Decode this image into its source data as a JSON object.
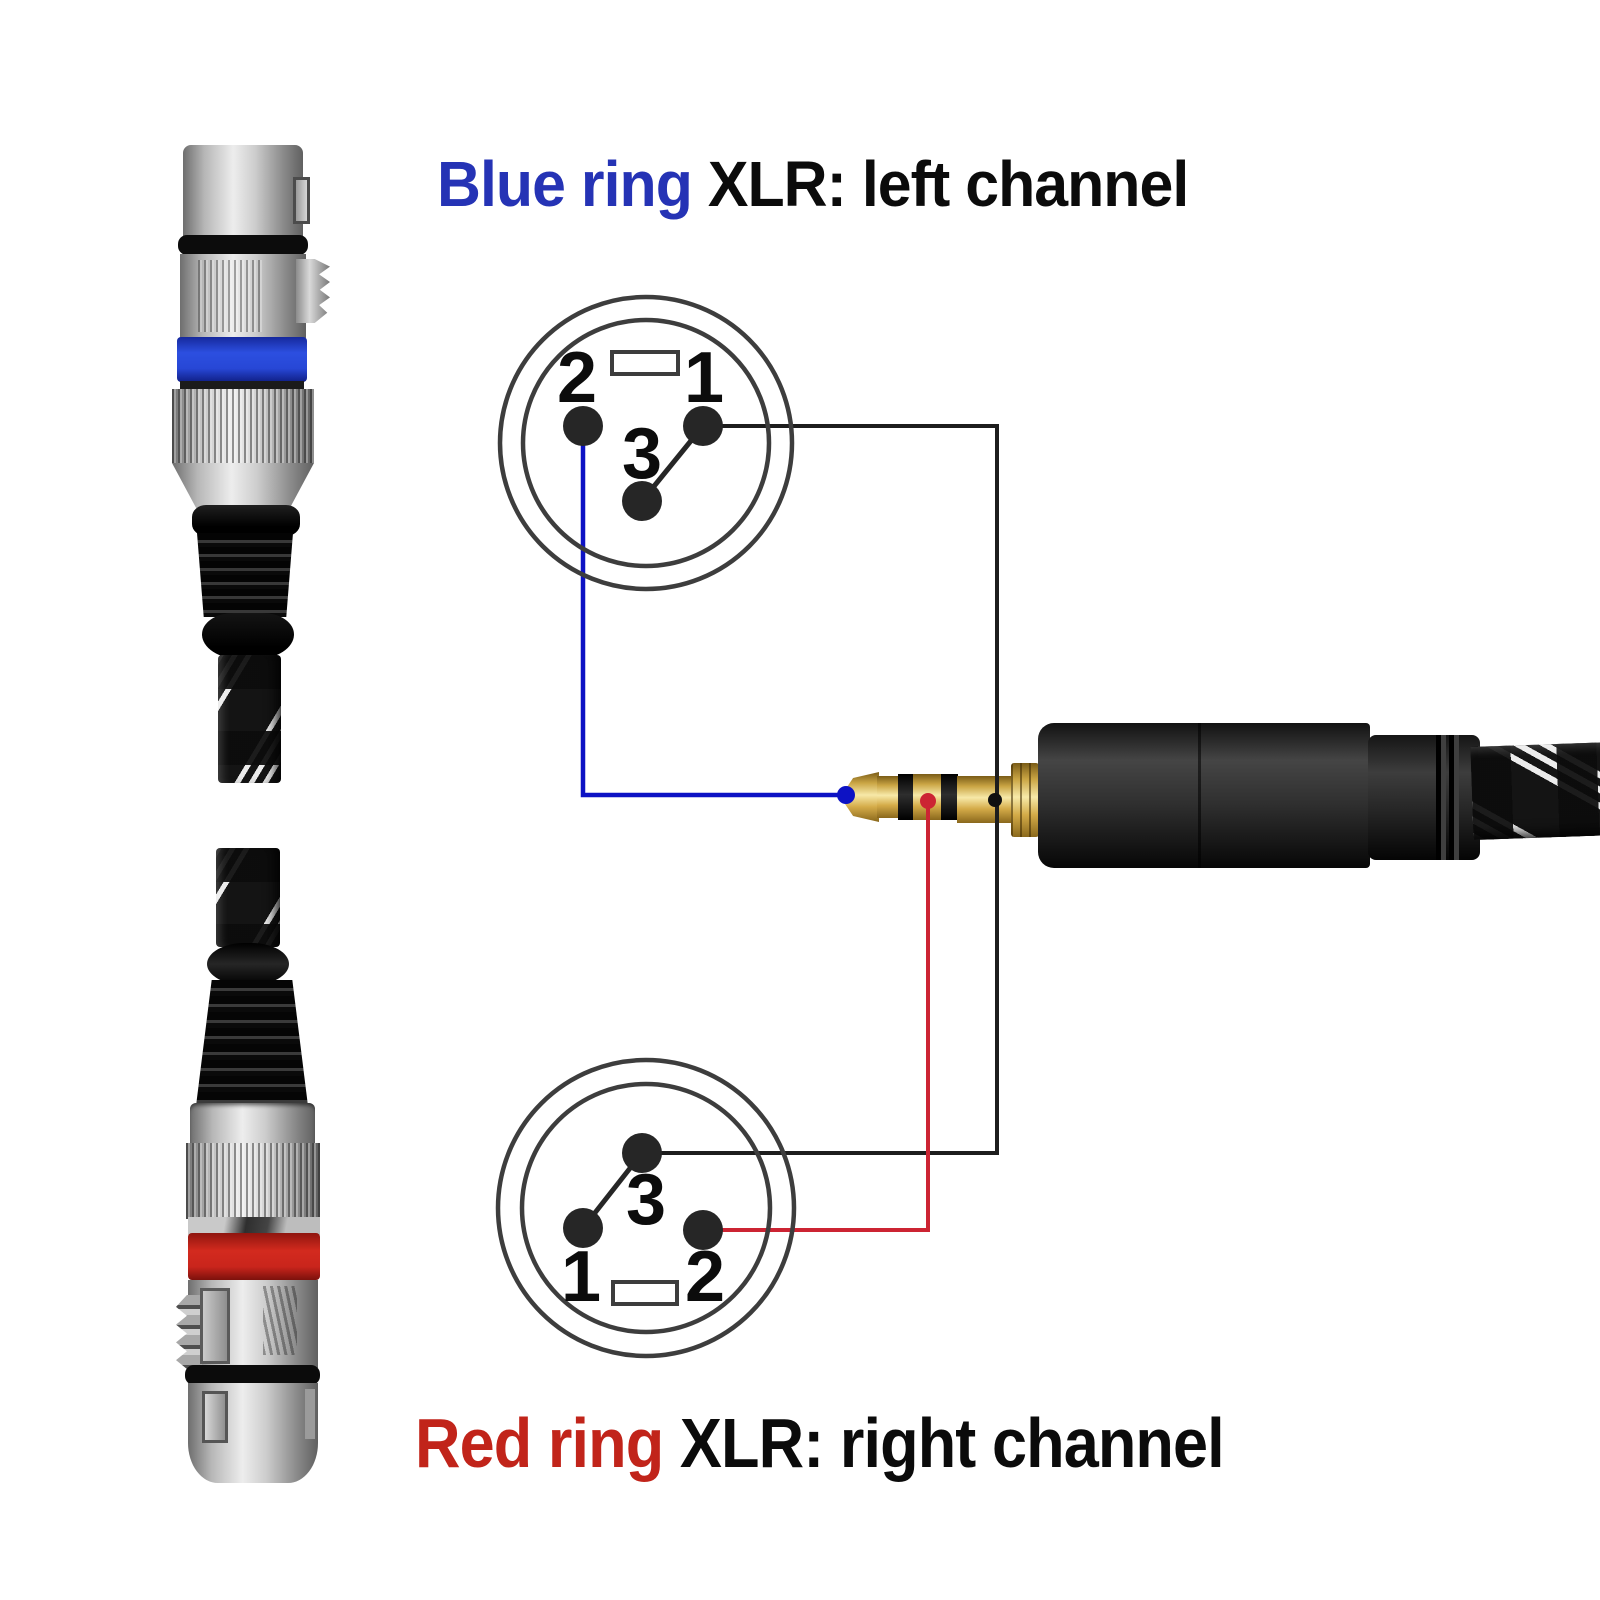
{
  "titles": {
    "top": {
      "highlight": "Blue ring",
      "rest": " XLR: left channel"
    },
    "bottom": {
      "highlight": "Red ring",
      "rest": " XLR: right channel"
    }
  },
  "pinouts": {
    "top": {
      "pin1": "1",
      "pin2": "2",
      "pin3": "3"
    },
    "bottom": {
      "pin1": "1",
      "pin2": "2",
      "pin3": "3"
    }
  },
  "wiring": {
    "left_channel": "XLR blue pin 2 to 3.5mm tip",
    "right_channel": "XLR red pin 2 to 3.5mm ring",
    "ground": "XLR pins 1 and 3 to 3.5mm sleeve"
  },
  "colors": {
    "blue_text": "#2533b5",
    "red_text": "#c1241a",
    "blue_wire": "#0d12c4",
    "red_wire": "#cc2433",
    "ground_wire": "#1d1d1d",
    "blue_ring": "#2c4fe0",
    "red_ring": "#d32a1e",
    "diagram_stroke": "#3d3d3d",
    "pin_fill": "#262626"
  }
}
